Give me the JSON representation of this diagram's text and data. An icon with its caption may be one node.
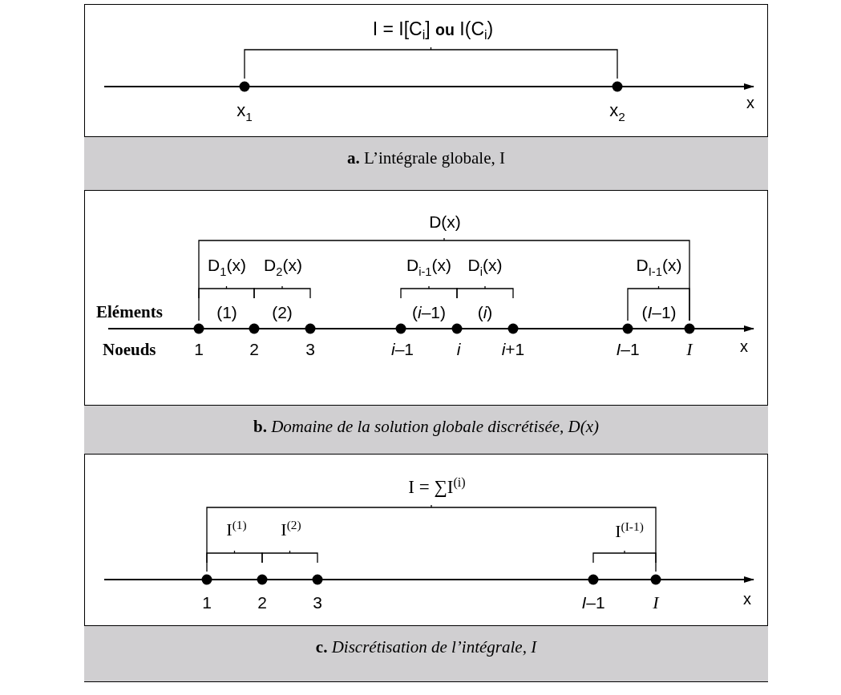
{
  "diagram": {
    "nodes": [
      {
        "text": [
          "**a.** L’intégrale globale, I"
        ]
      },
      {
        "text": [
          "**b.** *Domaine de la solution globale discrétisée, D(x)*"
        ]
      },
      {
        "text": [
          "**c.** *Discrétisation de l’intégrale, I*"
        ]
      }
    ],
    "labels": [
      "I = I[C$_{i}$] **ou** I(C$_{i}$)",
      "x$_{1}$",
      "x$_{2}$",
      "x",
      "D(x)",
      "D$_{1}$(x)",
      "D$_{2}$(x)",
      "D$_{i-1}$(x)",
      "D$_{i}$(x)",
      "D$_{I-1}$(x)",
      "Eléments",
      "(1)",
      "(2)",
      "(*i*–1)",
      "(*i*)",
      "(*I*–1)",
      "Noeuds",
      "1",
      "2",
      "3",
      "*i*–1",
      "*i*",
      "*i*+1",
      "*I*–1",
      "*I*",
      "x",
      "I = ∑I$^{(i)}$",
      "I$^{(1)}$",
      "I$^{(2)}$",
      "I$^{(I-1)}$",
      "1",
      "2",
      "3",
      "*I*–1",
      "*I*",
      "x"
    ]
  }
}
